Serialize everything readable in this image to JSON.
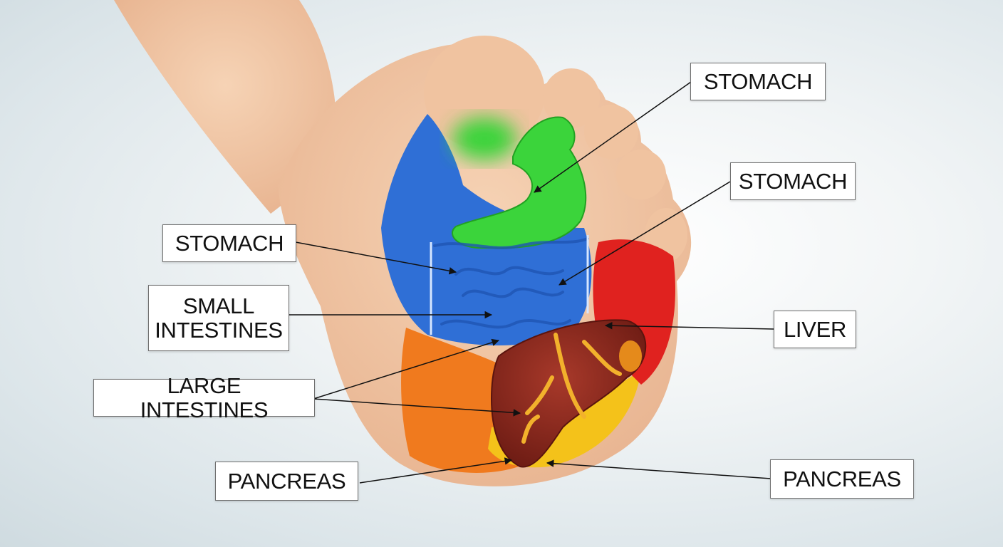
{
  "labels": {
    "stomach_top": "STOMACH",
    "stomach_right": "STOMACH",
    "stomach_left": "STOMACH",
    "small_intestines_line1": "SMALL",
    "small_intestines_line2": "INTESTINES",
    "large_intestines": "LARGE INTESTINES",
    "liver": "LIVER",
    "pancreas_left": "PANCREAS",
    "pancreas_right": "PANCREAS"
  },
  "colors": {
    "skin": "#f2c9a6",
    "stomach_zone": "#3bd43b",
    "intestine_zone": "#2f6fd6",
    "liver_zone": "#e0221f",
    "pancreas_zone": "#f4c21a",
    "large_intestine_zone": "#f07a1e",
    "liver_organ": "#8e2a1e"
  }
}
